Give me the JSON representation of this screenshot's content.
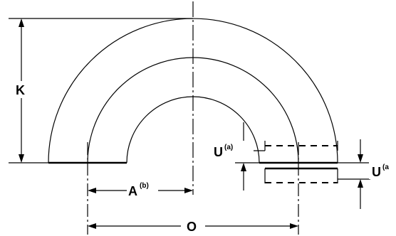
{
  "labels": {
    "k": "K",
    "a": "A",
    "a_sup": "(b)",
    "o": "O",
    "u_left": "U",
    "u_left_sup": "(a)",
    "u_right": "U",
    "u_right_sup": "(a"
  }
}
